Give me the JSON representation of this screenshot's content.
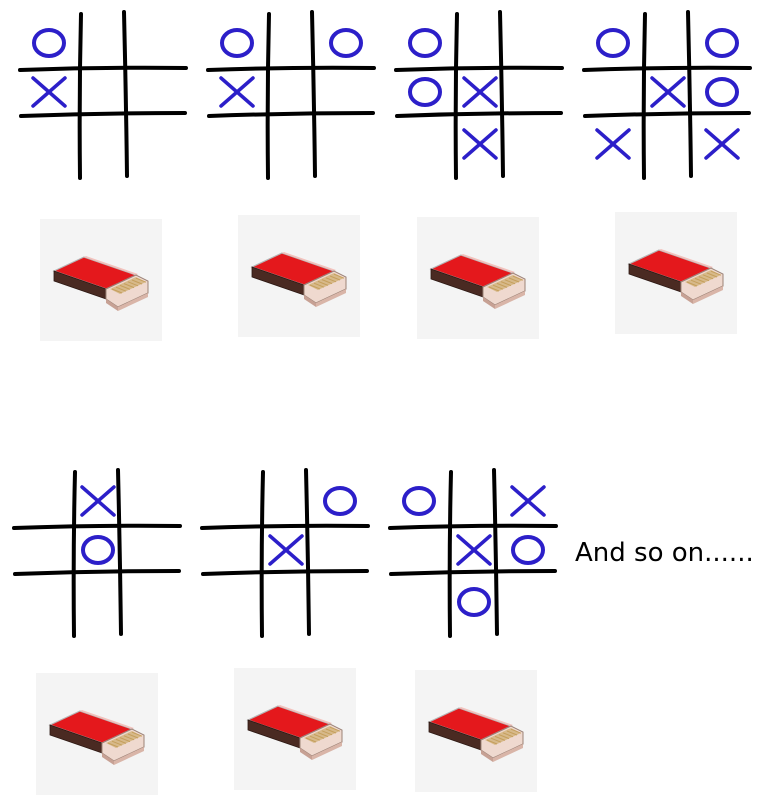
{
  "boards": [
    {
      "cells": [
        "O",
        "",
        "",
        "X",
        "",
        "",
        "",
        "",
        ""
      ]
    },
    {
      "cells": [
        "O",
        "",
        "O",
        "X",
        "",
        "",
        "",
        "",
        ""
      ]
    },
    {
      "cells": [
        "O",
        "",
        "",
        "O",
        "X",
        "",
        "",
        "X",
        ""
      ]
    },
    {
      "cells": [
        "O",
        "",
        "O",
        "",
        "X",
        "O",
        "X",
        "",
        "X"
      ]
    },
    {
      "cells": [
        "",
        "X",
        "",
        "",
        "O",
        "",
        "",
        "",
        ""
      ]
    },
    {
      "cells": [
        "",
        "",
        "O",
        "",
        "X",
        "",
        "",
        "",
        ""
      ]
    },
    {
      "cells": [
        "O",
        "",
        "X",
        "",
        "X",
        "O",
        "",
        "O",
        ""
      ]
    }
  ],
  "matchbox_count": 7,
  "caption": "And so on......",
  "colors": {
    "mark": "#2c1fc9",
    "grid": "#000000",
    "box_bg": "#f4f4f4",
    "box_red": "#e4181c",
    "box_side": "#4a2a22",
    "box_tray": "#efd9cf",
    "match_wood": "#e8c98c"
  },
  "icons": {
    "matchbox": "matchbox-icon",
    "o_mark": "o-mark-icon",
    "x_mark": "x-mark-icon"
  }
}
